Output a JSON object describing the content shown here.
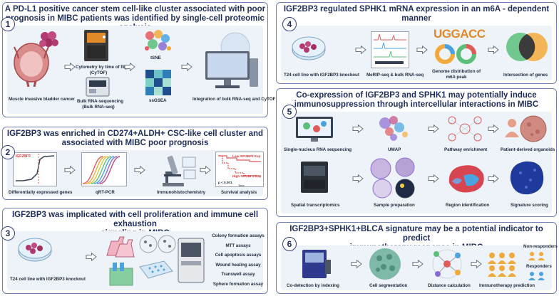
{
  "panel1": {
    "number": "1",
    "title_line1": "A PD-L1 positive cancer stem cell-like cluster associated with poor",
    "title_line2": "prognosis in MIBC patients was identified by single-cell proteomic analysis",
    "labels": {
      "bladder": "Muscle invasive bladder cancer",
      "cytof_line1": "Cytometry by time of flight",
      "cytof_line2": "(CyTOF)",
      "bulk_line1": "Bulk RNA-sequencing",
      "bulk_line2": "(Bulk RNA-seq)",
      "tsne": "tSNE",
      "ssgsea": "ssGSEA",
      "integration": "Integration of bulk RNA-seq and CyTOF"
    }
  },
  "panel2": {
    "number": "2",
    "title_line1": "IGF2BP3 was enriched in CD274+ALDH+ CSC-like cell cluster and",
    "title_line2": "associated with MIBC poor prognosis",
    "labels": {
      "deg": "Differentially expressed genes",
      "deg_gene": "IGF2BP3",
      "qpcr": "qRT-PCR",
      "ihc": "Immunohistochemistry",
      "survival": "Survival analysis",
      "low": "Low IGF2BP3 Exp",
      "high": "High IGF2BP3 Exp",
      "pvalue": "p < 0.001",
      "time": "Time"
    }
  },
  "panel3": {
    "number": "3",
    "title_line1": "IGF2BP3 was implicated with cell proliferation and immune cell exhaustion",
    "title_line2": "signaling in MIBC",
    "labels": {
      "knockout": "T24 cell line with IGF2BP3 knockout"
    },
    "assays": [
      "Colony formation assays",
      "MTT assays",
      "Cell apoptosis assays",
      "Wound healing assay",
      "Transwell assay",
      "Sphere formation assay"
    ]
  },
  "panel4": {
    "number": "4",
    "title_line1": "IGF2BP3 regulated SPHK1 mRNA expression in an m6A - dependent",
    "title_line2": "manner",
    "motif": "UGGACC",
    "labels": {
      "knockout": "T24 cell line with IGF2BP3 knockout",
      "merip": "MeRIP-seq & bulk RNA-seq",
      "genome_line1": "Genome distribution of",
      "genome_line2": "m6A peak",
      "intersection": "Intersection of genes"
    }
  },
  "panel5": {
    "number": "5",
    "title_line1": "Co-expression of IGF2BP3 and SPHK1 may potentially induce",
    "title_line2": "immunosuppression through intercellular interactions in MIBC",
    "labels": {
      "snrna": "Single-nucleus RNA sequencing",
      "umap": "UMAP",
      "pathway": "Pathway enrichment",
      "organoids": "Patient-derived organoids",
      "spatial": "Spatial transcriptomics",
      "sample": "Sample preparation",
      "region": "Region identification",
      "signature": "Signature scoring"
    }
  },
  "panel6": {
    "number": "6",
    "title_line1": "IGF2BP3+SPHK1+BLCA signature may be a potential indicator to predict",
    "title_line2": "immunotherapy response in MIBC",
    "labels": {
      "codex": "Co-detection by indexing",
      "segmentation": "Cell segmentation",
      "distance": "Distance calculation",
      "prediction": "Immunotherapy prediction",
      "nonresponders": "Non-responders",
      "responders": "Responders"
    }
  },
  "colors": {
    "border": "#6f7fb8",
    "title": "#1f2d5a",
    "content_bg": "#eef3fa",
    "arrow": "#ffffff",
    "cell": "#b23a72",
    "low_curve": "#e05a5a",
    "high_curve": "#e05a5a"
  }
}
